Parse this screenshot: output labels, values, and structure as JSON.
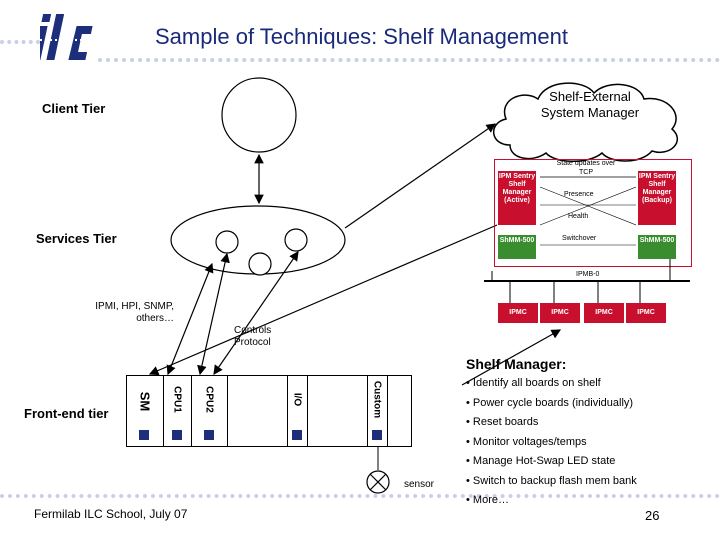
{
  "slide": {
    "title": "Sample of Techniques: Shelf Management",
    "logo_text": "ilc",
    "page_number": "26",
    "footer": "Fermilab ILC School, July 07"
  },
  "tiers": {
    "client": "Client Tier",
    "services": "Services Tier",
    "front_end": "Front-end  tier"
  },
  "labels": {
    "protocols": "IPMI, HPI, SNMP, others…",
    "controls_protocol": "Controls Protocol",
    "sensor": "sensor"
  },
  "shelf": {
    "slots": [
      "SM",
      "CPU1",
      "CPU2",
      "I/O",
      "Custom"
    ]
  },
  "shelf_manager": {
    "heading": "Shelf Manager:",
    "items": [
      "• Identify all boards on shelf",
      "• Power cycle boards (individually)",
      "• Reset boards",
      "• Monitor voltages/temps",
      "• Manage Hot-Swap LED state",
      "• Switch to backup flash mem bank",
      "• More…"
    ]
  },
  "diagram": {
    "cloud_text": "Shelf-External System Manager",
    "state_updates": "State updates over TCP",
    "presence": "Presence",
    "health": "Health",
    "switchover": "Switchover",
    "active_manager": "IPM Sentry Shelf Manager (Active)",
    "backup_manager": "IPM Sentry Shelf Manager (Backup)",
    "shmm_left": "ShMM-500",
    "shmm_right": "ShMM-500",
    "bus": "IPMB-0",
    "ipmc": [
      "IPMC",
      "IPMC",
      "IPMC",
      "IPMC"
    ]
  },
  "colors": {
    "title": "#1a2a7a",
    "accent_red": "#c8102e",
    "accent_green": "#3a8d2e",
    "logo_blue": "#1d2f7a"
  }
}
